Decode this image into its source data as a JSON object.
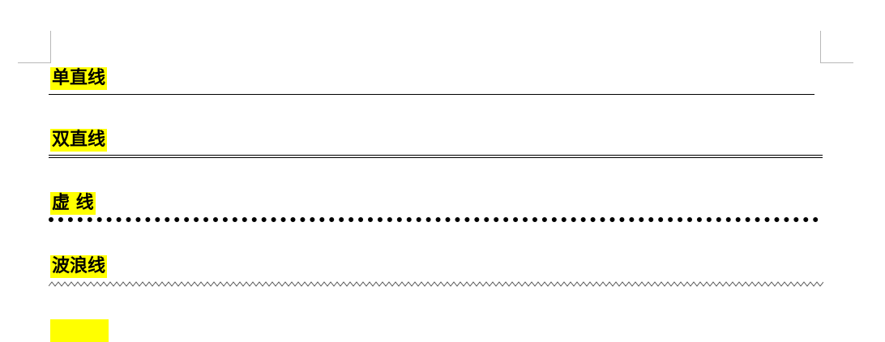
{
  "document": {
    "highlight_color": "#ffff00",
    "text_color": "#000000",
    "line_color": "#000000",
    "rows": [
      {
        "label": "单直线",
        "line_style": "single"
      },
      {
        "label": "双直线",
        "line_style": "double"
      },
      {
        "label": "虚 线",
        "line_style": "dotted"
      },
      {
        "label": "波浪线",
        "line_style": "wavy"
      },
      {
        "label": "",
        "line_style": "none"
      }
    ]
  }
}
